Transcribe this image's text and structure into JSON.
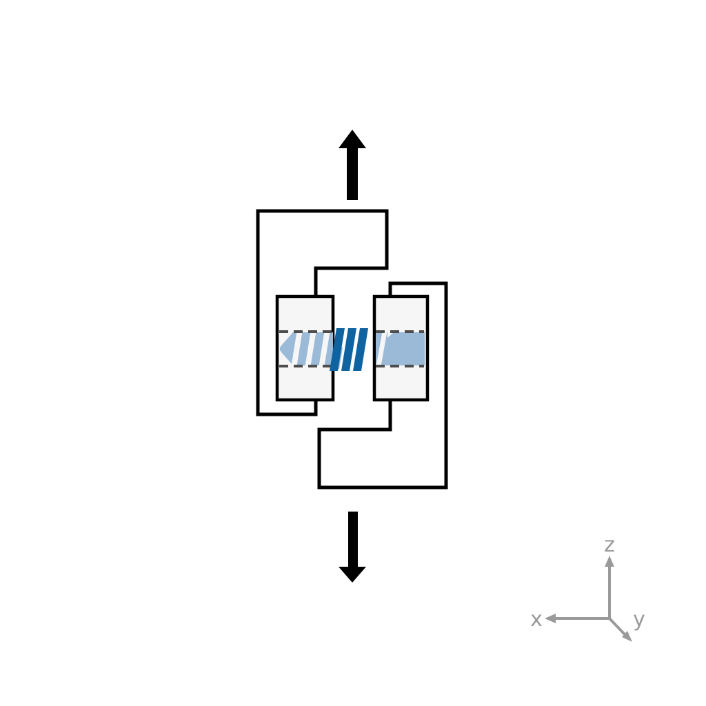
{
  "axes": {
    "x_label": "x",
    "y_label": "y",
    "z_label": "z"
  },
  "colors": {
    "background": "#ffffff",
    "outline": "#000000",
    "load_arrow": "#000000",
    "sheet_fill": "#f6f6f6",
    "screw_light": "#9bbad8",
    "screw_thread_dark": "#0e63a0",
    "hole_dashed": "#4d4d4d",
    "axis": "#9a9a9a"
  }
}
